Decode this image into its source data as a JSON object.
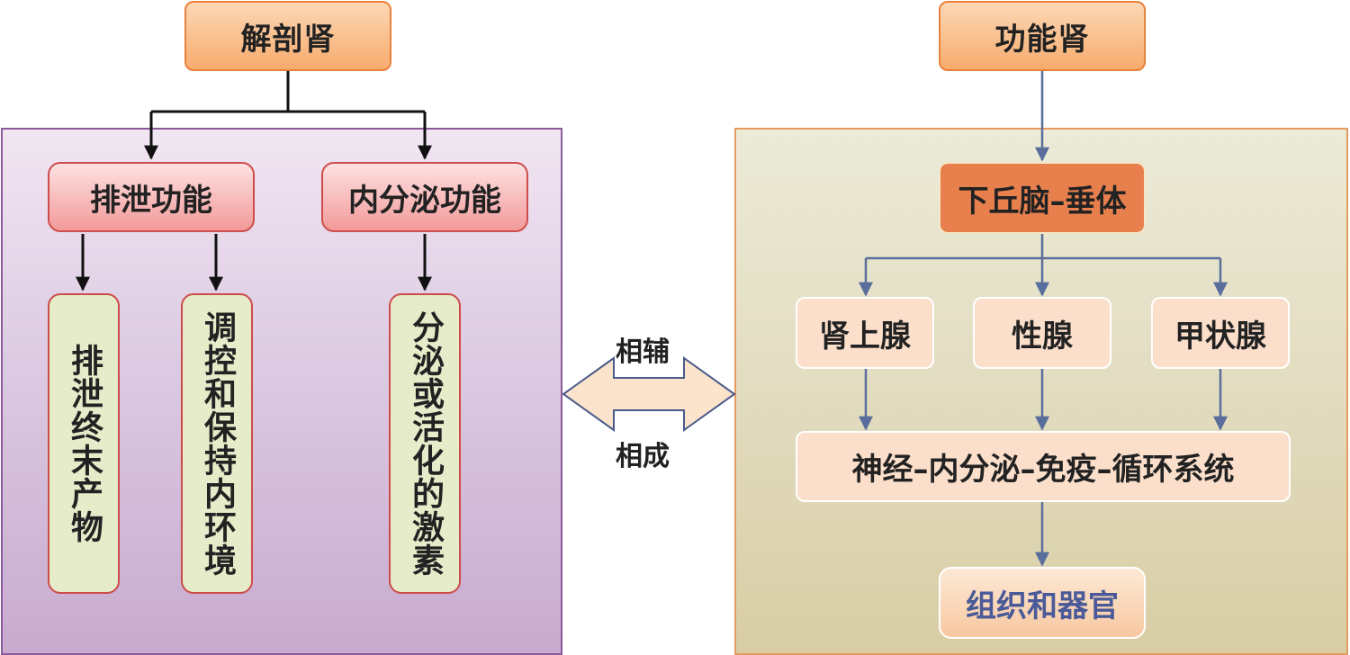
{
  "left": {
    "top": "解剖肾",
    "excretion": "排泄功能",
    "endocrine": "内分泌功能",
    "excrete_products": "排泄终末产物",
    "regulate_env": "调控和保持内环境",
    "hormones": "分泌或活化的激素"
  },
  "right": {
    "top": "功能肾",
    "hpa": "下丘脑–垂体",
    "adrenal": "肾上腺",
    "gonad": "性腺",
    "thyroid": "甲状腺",
    "system": "神经–内分泌–免疫–循环系统",
    "organs": "组织和器官"
  },
  "middle": {
    "upper": "相辅",
    "lower": "相成"
  },
  "colors": {
    "black_arrow": "#111111",
    "blue_arrow": "#5a6e9c",
    "double_arrow_fill": "#fbe3cc",
    "double_arrow_stroke": "#4a5a8a"
  }
}
